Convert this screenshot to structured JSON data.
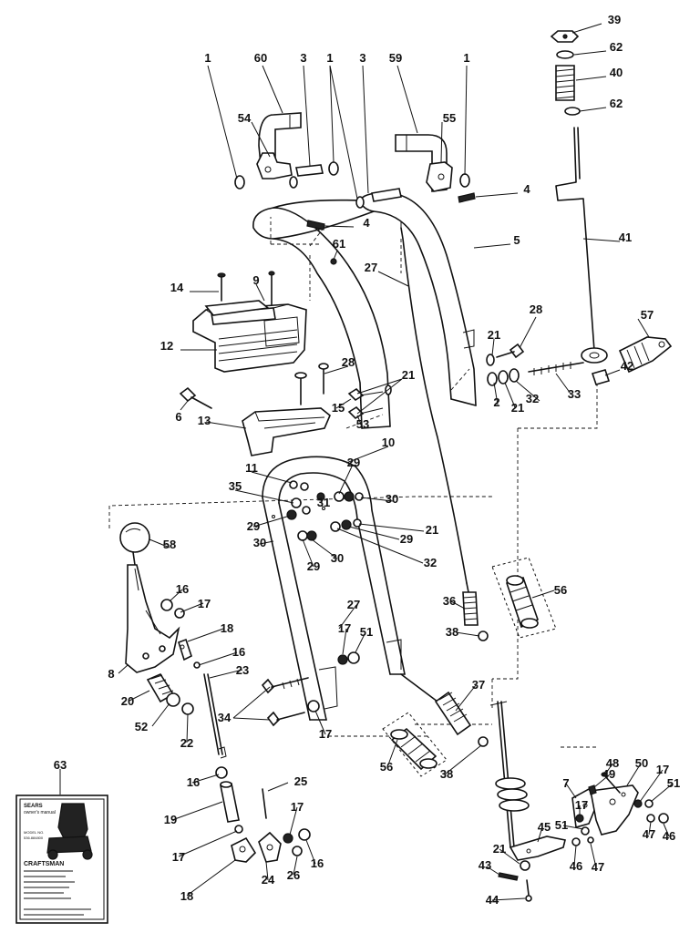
{
  "callouts": [
    {
      "id": "c1a",
      "label": "1"
    },
    {
      "id": "c60",
      "label": "60"
    },
    {
      "id": "c3a",
      "label": "3"
    },
    {
      "id": "c1b",
      "label": "1"
    },
    {
      "id": "c3b",
      "label": "3"
    },
    {
      "id": "c59",
      "label": "59"
    },
    {
      "id": "c1c",
      "label": "1"
    },
    {
      "id": "c39",
      "label": "39"
    },
    {
      "id": "c62a",
      "label": "62"
    },
    {
      "id": "c40",
      "label": "40"
    },
    {
      "id": "c62b",
      "label": "62"
    },
    {
      "id": "c54",
      "label": "54"
    },
    {
      "id": "c55",
      "label": "55"
    },
    {
      "id": "c4a",
      "label": "4"
    },
    {
      "id": "c4b",
      "label": "4"
    },
    {
      "id": "c5",
      "label": "5"
    },
    {
      "id": "c41",
      "label": "41"
    },
    {
      "id": "c61",
      "label": "61"
    },
    {
      "id": "c27a",
      "label": "27"
    },
    {
      "id": "c14",
      "label": "14"
    },
    {
      "id": "c9",
      "label": "9"
    },
    {
      "id": "c12",
      "label": "12"
    },
    {
      "id": "c28a",
      "label": "28"
    },
    {
      "id": "c21a",
      "label": "21"
    },
    {
      "id": "c57",
      "label": "57"
    },
    {
      "id": "c28b",
      "label": "28"
    },
    {
      "id": "c21b",
      "label": "21"
    },
    {
      "id": "c42",
      "label": "42"
    },
    {
      "id": "c33",
      "label": "33"
    },
    {
      "id": "c6",
      "label": "6"
    },
    {
      "id": "c15",
      "label": "15"
    },
    {
      "id": "c2",
      "label": "2"
    },
    {
      "id": "c21c",
      "label": "21"
    },
    {
      "id": "c32a",
      "label": "32"
    },
    {
      "id": "c13",
      "label": "13"
    },
    {
      "id": "c53",
      "label": "53"
    },
    {
      "id": "c10",
      "label": "10"
    },
    {
      "id": "c11",
      "label": "11"
    },
    {
      "id": "c29a",
      "label": "29"
    },
    {
      "id": "c35",
      "label": "35"
    },
    {
      "id": "c30a",
      "label": "30"
    },
    {
      "id": "c31",
      "label": "31"
    },
    {
      "id": "c29b",
      "label": "29"
    },
    {
      "id": "c21d",
      "label": "21"
    },
    {
      "id": "c30b",
      "label": "30"
    },
    {
      "id": "c29c",
      "label": "29"
    },
    {
      "id": "c58",
      "label": "58"
    },
    {
      "id": "c29d",
      "label": "29"
    },
    {
      "id": "c30c",
      "label": "30"
    },
    {
      "id": "c32b",
      "label": "32"
    },
    {
      "id": "c56a",
      "label": "56"
    },
    {
      "id": "c16a",
      "label": "16"
    },
    {
      "id": "c17a",
      "label": "17"
    },
    {
      "id": "c36",
      "label": "36"
    },
    {
      "id": "c27b",
      "label": "27"
    },
    {
      "id": "c18a",
      "label": "18"
    },
    {
      "id": "c17b",
      "label": "17"
    },
    {
      "id": "c51a",
      "label": "51"
    },
    {
      "id": "c38a",
      "label": "38"
    },
    {
      "id": "c16b",
      "label": "16"
    },
    {
      "id": "c8",
      "label": "8"
    },
    {
      "id": "c23",
      "label": "23"
    },
    {
      "id": "c20",
      "label": "20"
    },
    {
      "id": "c34",
      "label": "34"
    },
    {
      "id": "c17c",
      "label": "17"
    },
    {
      "id": "c37",
      "label": "37"
    },
    {
      "id": "c52",
      "label": "52"
    },
    {
      "id": "c22",
      "label": "22"
    },
    {
      "id": "c63",
      "label": "63"
    },
    {
      "id": "c56b",
      "label": "56"
    },
    {
      "id": "c38b",
      "label": "38"
    },
    {
      "id": "c48",
      "label": "48"
    },
    {
      "id": "c50",
      "label": "50"
    },
    {
      "id": "c16c",
      "label": "16"
    },
    {
      "id": "c25",
      "label": "25"
    },
    {
      "id": "c7",
      "label": "7"
    },
    {
      "id": "c49",
      "label": "49"
    },
    {
      "id": "c17d",
      "label": "17"
    },
    {
      "id": "c19",
      "label": "19"
    },
    {
      "id": "c17e",
      "label": "17"
    },
    {
      "id": "c17f",
      "label": "17"
    },
    {
      "id": "c51b",
      "label": "51"
    },
    {
      "id": "c51c",
      "label": "51"
    },
    {
      "id": "c47a",
      "label": "47"
    },
    {
      "id": "c46a",
      "label": "46"
    },
    {
      "id": "c45",
      "label": "45"
    },
    {
      "id": "c17g",
      "label": "17"
    },
    {
      "id": "c16d",
      "label": "16"
    },
    {
      "id": "c21e",
      "label": "21"
    },
    {
      "id": "c46b",
      "label": "46"
    },
    {
      "id": "c47b",
      "label": "47"
    },
    {
      "id": "c18b",
      "label": "18"
    },
    {
      "id": "c24",
      "label": "24"
    },
    {
      "id": "c26",
      "label": "26"
    },
    {
      "id": "c43",
      "label": "43"
    },
    {
      "id": "c44",
      "label": "44"
    }
  ],
  "manual": {
    "brand": "SEARS",
    "subtitle": "owner's manual",
    "model_label": "MODEL NO.",
    "model_number": "536.884800",
    "title": "CRAFTSMAN"
  }
}
